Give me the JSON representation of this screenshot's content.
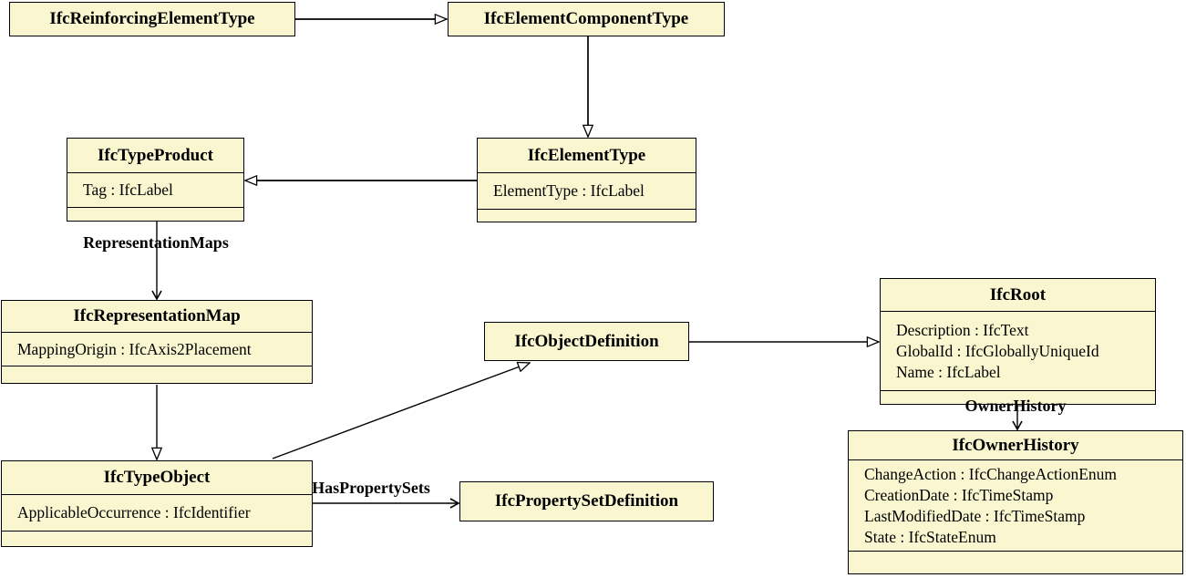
{
  "colors": {
    "class_fill": "#FAF6D0",
    "class_border": "#000000",
    "edge": "#000000",
    "background": "#FFFFFF"
  },
  "classes": {
    "reinforcingElementType": {
      "title": "IfcReinforcingElementType",
      "attrs": []
    },
    "elementComponentType": {
      "title": "IfcElementComponentType",
      "attrs": []
    },
    "typeProduct": {
      "title": "IfcTypeProduct",
      "attrs": [
        "Tag : IfcLabel"
      ]
    },
    "elementType": {
      "title": "IfcElementType",
      "attrs": [
        "ElementType : IfcLabel"
      ]
    },
    "representationMap": {
      "title": "IfcRepresentationMap",
      "attrs": [
        "MappingOrigin : IfcAxis2Placement"
      ]
    },
    "objectDefinition": {
      "title": "IfcObjectDefinition",
      "attrs": []
    },
    "typeObject": {
      "title": "IfcTypeObject",
      "attrs": [
        "ApplicableOccurrence : IfcIdentifier"
      ]
    },
    "propertySetDefinition": {
      "title": "IfcPropertySetDefinition",
      "attrs": []
    },
    "root": {
      "title": "IfcRoot",
      "attrs": [
        "Description : IfcText",
        "GlobalId : IfcGloballyUniqueId",
        "Name : IfcLabel"
      ]
    },
    "ownerHistory": {
      "title": "IfcOwnerHistory",
      "attrs": [
        "ChangeAction : IfcChangeActionEnum",
        "CreationDate : IfcTimeStamp",
        "LastModifiedDate : IfcTimeStamp",
        "State : IfcStateEnum"
      ]
    }
  },
  "edge_labels": {
    "representation_maps": "RepresentationMaps",
    "has_property_sets": "HasPropertySets",
    "owner_history": "OwnerHistory"
  },
  "relationships": [
    {
      "from": "IfcReinforcingElementType",
      "to": "IfcElementComponentType",
      "type": "inheritance"
    },
    {
      "from": "IfcElementComponentType",
      "to": "IfcElementType",
      "type": "inheritance"
    },
    {
      "from": "IfcElementType",
      "to": "IfcTypeProduct",
      "type": "inheritance"
    },
    {
      "from": "IfcTypeProduct",
      "to": "IfcRepresentationMap",
      "type": "association",
      "label": "RepresentationMaps"
    },
    {
      "from": "IfcTypeProduct",
      "to": "IfcTypeObject",
      "type": "inheritance"
    },
    {
      "from": "IfcTypeObject",
      "to": "IfcObjectDefinition",
      "type": "inheritance"
    },
    {
      "from": "IfcObjectDefinition",
      "to": "IfcRoot",
      "type": "inheritance"
    },
    {
      "from": "IfcRoot",
      "to": "IfcOwnerHistory",
      "type": "association",
      "label": "OwnerHistory"
    },
    {
      "from": "IfcTypeObject",
      "to": "IfcPropertySetDefinition",
      "type": "association",
      "label": "HasPropertySets"
    }
  ]
}
